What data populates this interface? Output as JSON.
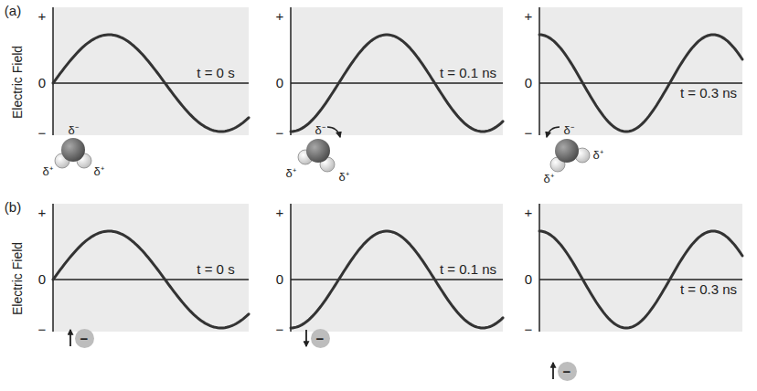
{
  "diagram": {
    "nodes": [
      {
        "text": [
          "−"
        ]
      },
      {
        "text": [
          "−"
        ]
      },
      {
        "text": [
          "−"
        ]
      }
    ],
    "labels": [
      "(a)",
      "Electric Field",
      "+",
      "0",
      "−",
      "t = 0 s",
      "δ⁻",
      "δ⁺",
      "δ⁺",
      "+",
      "0",
      "−",
      "t = 0.1 ns",
      "δ⁻",
      "δ⁺",
      "δ⁺",
      "+",
      "0",
      "−",
      "t = 0.3 ns",
      "δ⁻",
      "δ⁺",
      "δ⁺",
      "(b)",
      "Electric Field",
      "+",
      "0",
      "−",
      "t = 0 s",
      "+",
      "0",
      "−",
      "t = 0.1 ns",
      "+",
      "0",
      "−",
      "t = 0.3 ns"
    ]
  }
}
